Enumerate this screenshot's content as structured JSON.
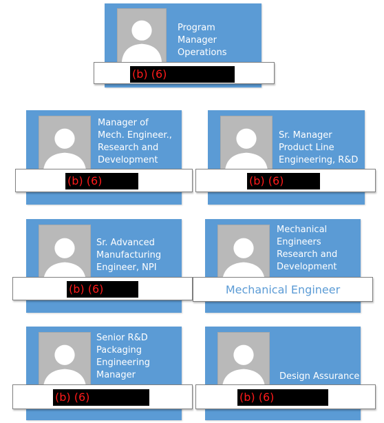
{
  "cards": [
    {
      "title_lines": [
        "Program",
        "Manager",
        "Operations"
      ],
      "name": "(b) (6)",
      "redacted": true
    },
    {
      "title_lines": [
        "Manager of",
        "Mech. Engineer.,",
        "Research and",
        "Development"
      ],
      "name": "(b) (6)",
      "redacted": true
    },
    {
      "title_lines": [
        "Sr. Manager",
        "Product Line",
        "Engineering, R&D"
      ],
      "name": "(b) (6)",
      "redacted": true
    },
    {
      "title_lines": [
        "Sr. Advanced",
        "Manufacturing",
        "Engineer, NPI"
      ],
      "name": "(b) (6)",
      "redacted": true
    },
    {
      "title_lines": [
        "Mechanical",
        "Engineers",
        "Research and",
        "Development"
      ],
      "name": "Mechanical Engineer",
      "redacted": false
    },
    {
      "title_lines": [
        "Senior R&D",
        "Packaging",
        "Engineering",
        "Manager"
      ],
      "name": "(b) (6)",
      "redacted": true
    },
    {
      "title_lines": [
        "Design Assurance"
      ],
      "name": "(b) (6)",
      "redacted": true
    }
  ],
  "colors": {
    "card_blue": "#5b9bd5",
    "redaction_black": "#000000",
    "redaction_text": "#ff1a1a",
    "photo_gray": "#b9b9b9"
  },
  "icons": {
    "photo_placeholder": "person-silhouette-icon"
  }
}
